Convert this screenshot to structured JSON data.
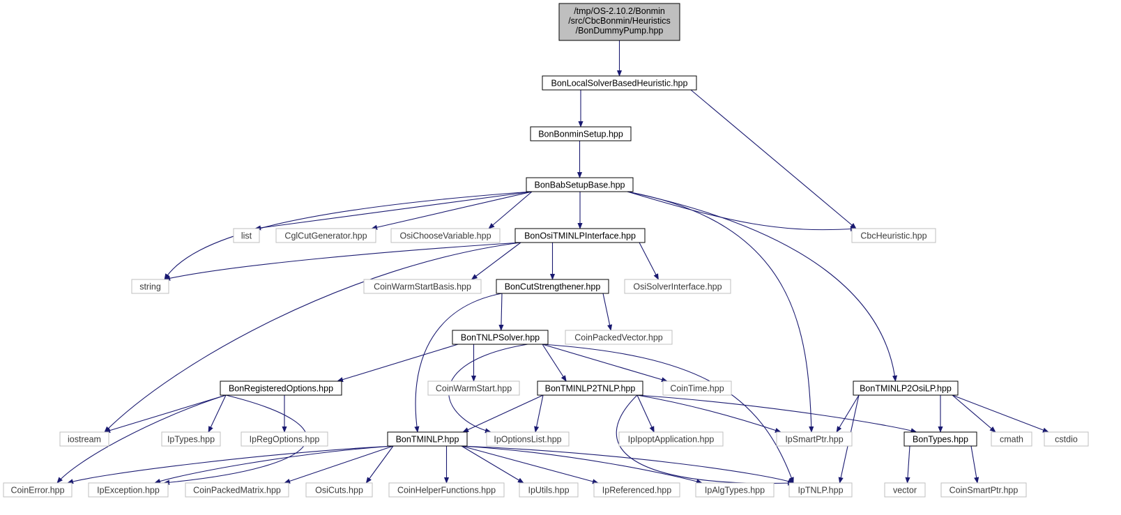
{
  "diagram": {
    "root": {
      "lines": [
        "/tmp/OS-2.10.2/Bonmin",
        "/src/CbcBonmin/Heuristics",
        "/BonDummyPump.hpp"
      ],
      "fill": "#bfbfbf"
    },
    "colors": {
      "edge": "#191970",
      "box_border": "#000000",
      "missing_border": "#bfbfbf"
    },
    "nodes": [
      {
        "id": "BonLocalSolverBasedHeuristic",
        "label": "BonLocalSolverBasedHeuristic.hpp",
        "kind": "file"
      },
      {
        "id": "BonBonminSetup",
        "label": "BonBonminSetup.hpp",
        "kind": "file"
      },
      {
        "id": "BonBabSetupBase",
        "label": "BonBabSetupBase.hpp",
        "kind": "file"
      },
      {
        "id": "list",
        "label": "list",
        "kind": "external"
      },
      {
        "id": "CglCutGenerator",
        "label": "CglCutGenerator.hpp",
        "kind": "external"
      },
      {
        "id": "OsiChooseVariable",
        "label": "OsiChooseVariable.hpp",
        "kind": "external"
      },
      {
        "id": "BonOsiTMINLPInterface",
        "label": "BonOsiTMINLPInterface.hpp",
        "kind": "file"
      },
      {
        "id": "CbcHeuristic",
        "label": "CbcHeuristic.hpp",
        "kind": "external"
      },
      {
        "id": "string",
        "label": "string",
        "kind": "external"
      },
      {
        "id": "CoinWarmStartBasis",
        "label": "CoinWarmStartBasis.hpp",
        "kind": "external"
      },
      {
        "id": "BonCutStrengthener",
        "label": "BonCutStrengthener.hpp",
        "kind": "file"
      },
      {
        "id": "OsiSolverInterface",
        "label": "OsiSolverInterface.hpp",
        "kind": "external"
      },
      {
        "id": "BonTNLPSolver",
        "label": "BonTNLPSolver.hpp",
        "kind": "file"
      },
      {
        "id": "CoinPackedVector",
        "label": "CoinPackedVector.hpp",
        "kind": "external"
      },
      {
        "id": "BonRegisteredOptions",
        "label": "BonRegisteredOptions.hpp",
        "kind": "file"
      },
      {
        "id": "CoinWarmStart",
        "label": "CoinWarmStart.hpp",
        "kind": "external"
      },
      {
        "id": "BonTMINLP2TNLP",
        "label": "BonTMINLP2TNLP.hpp",
        "kind": "file"
      },
      {
        "id": "CoinTime",
        "label": "CoinTime.hpp",
        "kind": "external"
      },
      {
        "id": "BonTMINLP2OsiLP",
        "label": "BonTMINLP2OsiLP.hpp",
        "kind": "file"
      },
      {
        "id": "iostream",
        "label": "iostream",
        "kind": "external"
      },
      {
        "id": "IpTypes",
        "label": "IpTypes.hpp",
        "kind": "external"
      },
      {
        "id": "IpRegOptions",
        "label": "IpRegOptions.hpp",
        "kind": "external"
      },
      {
        "id": "BonTMINLP",
        "label": "BonTMINLP.hpp",
        "kind": "file"
      },
      {
        "id": "IpOptionsList",
        "label": "IpOptionsList.hpp",
        "kind": "external"
      },
      {
        "id": "IpIpoptApplication",
        "label": "IpIpoptApplication.hpp",
        "kind": "external"
      },
      {
        "id": "IpSmartPtr",
        "label": "IpSmartPtr.hpp",
        "kind": "external"
      },
      {
        "id": "BonTypes",
        "label": "BonTypes.hpp",
        "kind": "file"
      },
      {
        "id": "cmath",
        "label": "cmath",
        "kind": "external"
      },
      {
        "id": "cstdio",
        "label": "cstdio",
        "kind": "external"
      },
      {
        "id": "CoinError",
        "label": "CoinError.hpp",
        "kind": "external"
      },
      {
        "id": "IpException",
        "label": "IpException.hpp",
        "kind": "external"
      },
      {
        "id": "CoinPackedMatrix",
        "label": "CoinPackedMatrix.hpp",
        "kind": "external"
      },
      {
        "id": "OsiCuts",
        "label": "OsiCuts.hpp",
        "kind": "external"
      },
      {
        "id": "CoinHelperFunctions",
        "label": "CoinHelperFunctions.hpp",
        "kind": "external"
      },
      {
        "id": "IpUtils",
        "label": "IpUtils.hpp",
        "kind": "external"
      },
      {
        "id": "IpReferenced",
        "label": "IpReferenced.hpp",
        "kind": "external"
      },
      {
        "id": "IpAlgTypes",
        "label": "IpAlgTypes.hpp",
        "kind": "external"
      },
      {
        "id": "IpTNLP",
        "label": "IpTNLP.hpp",
        "kind": "external"
      },
      {
        "id": "vector",
        "label": "vector",
        "kind": "external"
      },
      {
        "id": "CoinSmartPtr",
        "label": "CoinSmartPtr.hpp",
        "kind": "external"
      }
    ],
    "edges": [
      [
        "root",
        "BonLocalSolverBasedHeuristic"
      ],
      [
        "BonLocalSolverBasedHeuristic",
        "BonBonminSetup"
      ],
      [
        "BonLocalSolverBasedHeuristic",
        "CbcHeuristic"
      ],
      [
        "BonBonminSetup",
        "BonBabSetupBase"
      ],
      [
        "BonBabSetupBase",
        "string"
      ],
      [
        "BonBabSetupBase",
        "list"
      ],
      [
        "BonBabSetupBase",
        "CglCutGenerator"
      ],
      [
        "BonBabSetupBase",
        "OsiChooseVariable"
      ],
      [
        "BonBabSetupBase",
        "BonOsiTMINLPInterface"
      ],
      [
        "BonBabSetupBase",
        "CbcHeuristic"
      ],
      [
        "BonBabSetupBase",
        "IpSmartPtr"
      ],
      [
        "BonBabSetupBase",
        "BonTMINLP2OsiLP"
      ],
      [
        "BonOsiTMINLPInterface",
        "string"
      ],
      [
        "BonOsiTMINLPInterface",
        "iostream"
      ],
      [
        "BonOsiTMINLPInterface",
        "CoinWarmStartBasis"
      ],
      [
        "BonOsiTMINLPInterface",
        "BonCutStrengthener"
      ],
      [
        "BonOsiTMINLPInterface",
        "OsiSolverInterface"
      ],
      [
        "BonCutStrengthener",
        "BonTNLPSolver"
      ],
      [
        "BonCutStrengthener",
        "CoinPackedVector"
      ],
      [
        "BonCutStrengthener",
        "BonTMINLP"
      ],
      [
        "BonTNLPSolver",
        "BonRegisteredOptions"
      ],
      [
        "BonTNLPSolver",
        "CoinWarmStart"
      ],
      [
        "BonTNLPSolver",
        "BonTMINLP2TNLP"
      ],
      [
        "BonTNLPSolver",
        "CoinTime"
      ],
      [
        "BonTNLPSolver",
        "IpOptionsList"
      ],
      [
        "BonTNLPSolver",
        "IpTNLP"
      ],
      [
        "BonRegisteredOptions",
        "iostream"
      ],
      [
        "BonRegisteredOptions",
        "IpTypes"
      ],
      [
        "BonRegisteredOptions",
        "IpRegOptions"
      ],
      [
        "BonRegisteredOptions",
        "CoinError"
      ],
      [
        "BonRegisteredOptions",
        "IpException"
      ],
      [
        "BonTMINLP2TNLP",
        "BonTMINLP"
      ],
      [
        "BonTMINLP2TNLP",
        "IpOptionsList"
      ],
      [
        "BonTMINLP2TNLP",
        "IpIpoptApplication"
      ],
      [
        "BonTMINLP2TNLP",
        "IpSmartPtr"
      ],
      [
        "BonTMINLP2TNLP",
        "BonTypes"
      ],
      [
        "BonTMINLP2TNLP",
        "IpTNLP"
      ],
      [
        "BonTMINLP2OsiLP",
        "IpSmartPtr"
      ],
      [
        "BonTMINLP2OsiLP",
        "BonTypes"
      ],
      [
        "BonTMINLP2OsiLP",
        "cmath"
      ],
      [
        "BonTMINLP2OsiLP",
        "cstdio"
      ],
      [
        "BonTMINLP2OsiLP",
        "IpTNLP"
      ],
      [
        "BonTMINLP",
        "CoinError"
      ],
      [
        "BonTMINLP",
        "IpException"
      ],
      [
        "BonTMINLP",
        "CoinPackedMatrix"
      ],
      [
        "BonTMINLP",
        "OsiCuts"
      ],
      [
        "BonTMINLP",
        "CoinHelperFunctions"
      ],
      [
        "BonTMINLP",
        "IpUtils"
      ],
      [
        "BonTMINLP",
        "IpReferenced"
      ],
      [
        "BonTMINLP",
        "IpAlgTypes"
      ],
      [
        "BonTMINLP",
        "IpTNLP"
      ],
      [
        "BonTypes",
        "vector"
      ],
      [
        "BonTypes",
        "CoinSmartPtr"
      ]
    ]
  }
}
